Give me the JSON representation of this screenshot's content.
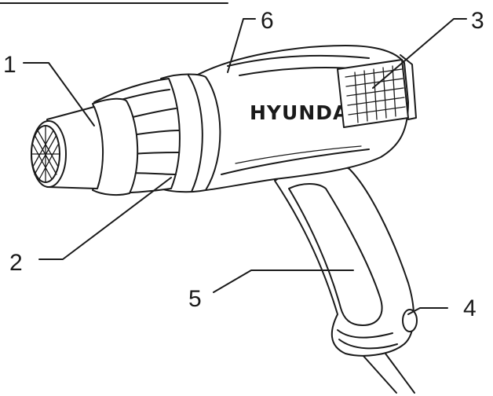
{
  "brand": "HYUNDAI",
  "callouts": [
    {
      "id": "1",
      "label": "1"
    },
    {
      "id": "2",
      "label": "2"
    },
    {
      "id": "3",
      "label": "3"
    },
    {
      "id": "4",
      "label": "4"
    },
    {
      "id": "5",
      "label": "5"
    },
    {
      "id": "6",
      "label": "6"
    }
  ],
  "colors": {
    "line": "#1a1a1a",
    "background": "#ffffff"
  }
}
